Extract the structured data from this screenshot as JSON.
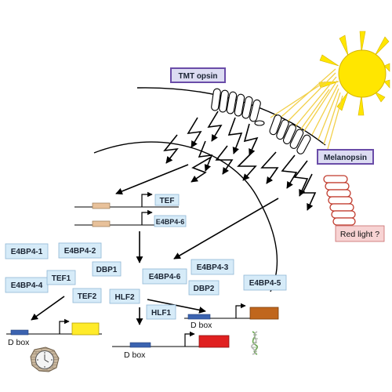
{
  "colors": {
    "protein_box_fill": "#d6ebf8",
    "protein_box_stroke": "#8fb6d6",
    "opsin_box_fill": "#dcdcf2",
    "opsin_box_stroke": "#6a4ca8",
    "sun": "#ffe600",
    "rays": "#f2d04a",
    "tmt_receptor": "#000000",
    "melanopsin_receptor": "#c0392b",
    "red_light_fill": "#f7d3d3",
    "tef_promoter_box": "#e8c19a",
    "dbox_blue": "#3b63b0",
    "yellow_gene": "#ffeb2a",
    "red_gene": "#e02020",
    "orange_gene": "#c0661d"
  },
  "icons": {
    "sun": "sun-icon",
    "clock": "clock-icon",
    "dna": "dna-icon",
    "tmt_receptor": "seven-transmembrane-receptor-icon",
    "melanopsin_receptor": "seven-transmembrane-receptor-icon"
  },
  "photoreceptors": {
    "tmt_opsin": "TMT opsin",
    "melanopsin": "Melanopsin",
    "red_light": "Red light ?"
  },
  "genes": {
    "tef": "TEF",
    "e4bp4_6": "E4BP4-6"
  },
  "proteins": {
    "e4bp4_1": "E4BP4-1",
    "e4bp4_2": "E4BP4-2",
    "e4bp4_4": "E4BP4-4",
    "tef1": "TEF1",
    "tef2": "TEF2",
    "dbp1": "DBP1",
    "e4bp4_6": "E4BP4-6",
    "e4bp4_3": "E4BP4-3",
    "dbp2": "DBP2",
    "e4bp4_5": "E4BP4-5",
    "hlf2": "HLF2",
    "hlf1": "HLF1"
  },
  "promoters": {
    "left_dbox": "D box",
    "middle_dbox": "D box",
    "right_dbox": "D box"
  }
}
